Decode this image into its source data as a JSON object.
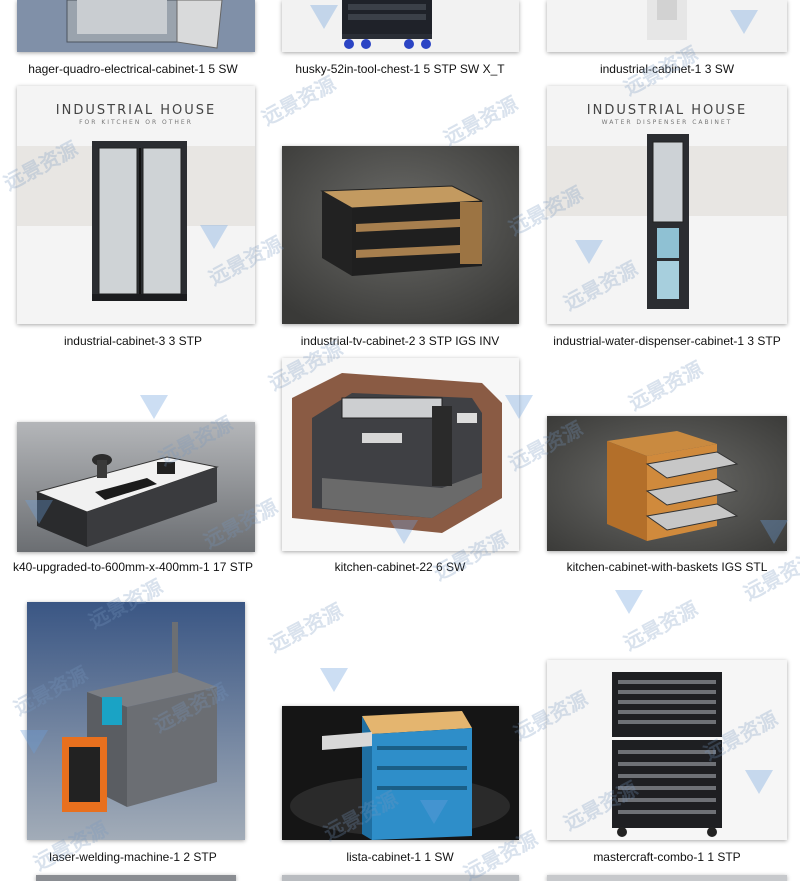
{
  "gallery": {
    "items": [
      {
        "caption": "hager-quadro-electrical-cabinet-1 5 SW"
      },
      {
        "caption": "husky-52in-tool-chest-1 5 STP SW X_T"
      },
      {
        "caption": "industrial-cabinet-1 3 SW"
      },
      {
        "caption": "industrial-cabinet-3 3 STP",
        "brand_title": "INDUSTRIAL HOUSE",
        "brand_subtitle": "FOR KITCHEN OR OTHER"
      },
      {
        "caption": "industrial-tv-cabinet-2 3 STP IGS INV"
      },
      {
        "caption": "industrial-water-dispenser-cabinet-1 3 STP",
        "brand_title": "INDUSTRIAL HOUSE",
        "brand_subtitle": "WATER DISPENSER CABINET"
      },
      {
        "caption": "k40-upgraded-to-600mm-x-400mm-1 17 STP"
      },
      {
        "caption": "kitchen-cabinet-22 6 SW"
      },
      {
        "caption": "kitchen-cabinet-with-baskets IGS STL"
      },
      {
        "caption": "laser-welding-machine-1 2 STP"
      },
      {
        "caption": "lista-cabinet-1 1 SW"
      },
      {
        "caption": "mastercraft-combo-1 1 STP"
      }
    ]
  },
  "watermark": {
    "text": "远景资源"
  },
  "colors": {
    "background": "#ffffff",
    "caption_text": "#111111",
    "watermark": "#7896be"
  }
}
